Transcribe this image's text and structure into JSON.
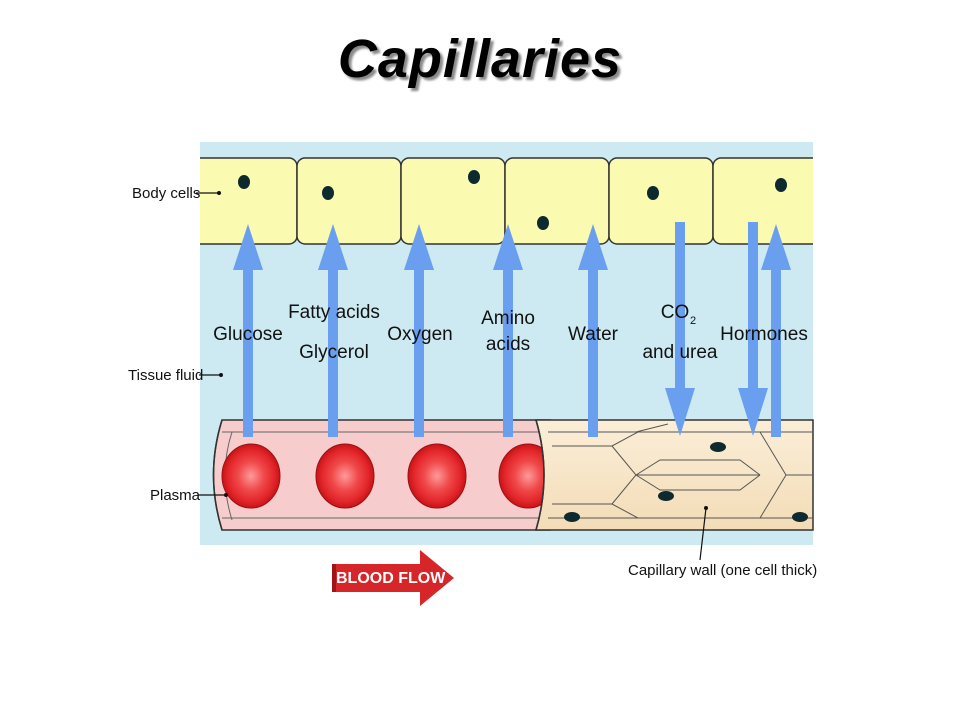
{
  "title": "Capillaries",
  "side_labels": {
    "body_cells": "Body cells",
    "tissue_fluid": "Tissue fluid",
    "plasma": "Plasma"
  },
  "substances": {
    "glucose": "Glucose",
    "fatty_acids": "Fatty acids",
    "glycerol": "Glycerol",
    "oxygen": "Oxygen",
    "amino": "Amino",
    "acids": "acids",
    "water": "Water",
    "co": "CO",
    "co_sub": "2",
    "and_urea": "and urea",
    "hormones": "Hormones"
  },
  "capillary_wall_label": "Capillary wall (one cell thick)",
  "blood_flow_label": "BLOOD FLOW",
  "colors": {
    "body_cell_fill": "#fafab0",
    "tissue_fluid": "#cdeaf2",
    "plasma_fill": "#f6cccc",
    "wall_fill": "#f9ead0",
    "arrow": "#6a9ff0",
    "rbc": "#e0262a",
    "blood_flow_arrow": "#d6262a"
  }
}
